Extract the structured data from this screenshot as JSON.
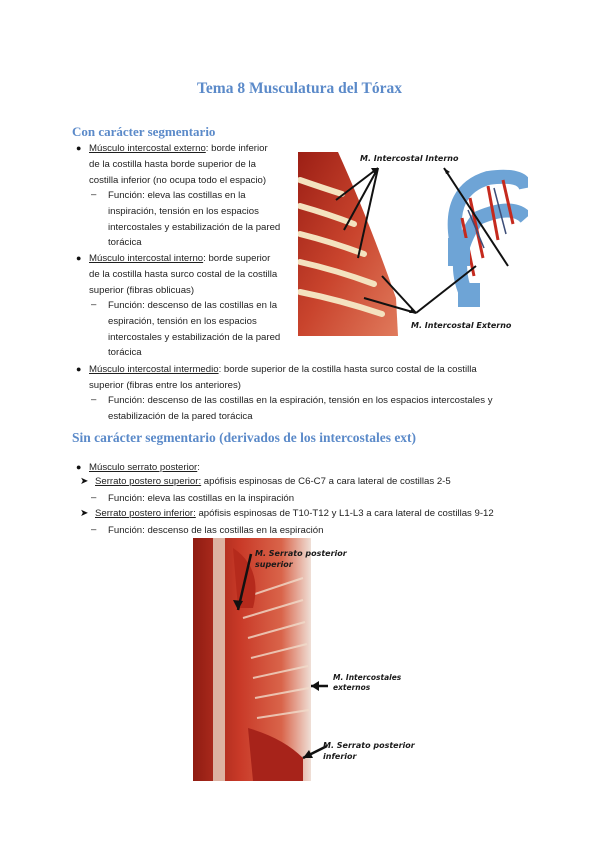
{
  "title": "Tema 8 Musculatura del Tórax",
  "section1": {
    "heading": "Con carácter segmentario",
    "items": [
      {
        "name": "Músculo intercostal externo",
        "lines": [
          ": borde inferior",
          "de la costilla hasta borde superior de la",
          "costilla inferior (no ocupa todo el espacio)"
        ],
        "func": [
          "Función: eleva las costillas en la",
          "inspiración, tensión en los espacios",
          "intercostales y estabilización de la pared",
          "torácica"
        ]
      },
      {
        "name": "Músculo intercostal interno",
        "lines": [
          ": borde superior",
          "de la costilla hasta surco costal de la costilla",
          "superior (fibras oblicuas)"
        ],
        "func": [
          "Función: descenso de las costillas en la",
          "espiración, tensión en los espacios",
          "intercostales y estabilización de la pared",
          "torácica"
        ]
      },
      {
        "name": "Músculo intercostal intermedio",
        "lines": [
          ": borde superior de la costilla hasta surco costal de la costilla",
          "superior (fibras entre los anteriores)"
        ],
        "func": [
          "Función: descenso de las costillas en la espiración, tensión en los espacios intercostales y",
          "estabilización de la pared torácica"
        ]
      }
    ]
  },
  "figure1": {
    "label_internal": "M. Intercostal Interno",
    "label_external": "M. Intercostal Externo"
  },
  "section2": {
    "heading": "Sin carácter segmentario (derivados de los intercostales ext)",
    "main_item": "Músculo serrato posterior",
    "main_suffix": ":",
    "sub1": {
      "name": "Serrato postero superior:",
      "text": " apófisis espinosas de C6-C7 a cara lateral de costillas 2-5",
      "func": "Función: eleva las costillas en la inspiración"
    },
    "sub2": {
      "name": "Serrato postero inferior:",
      "text": " apófisis espinosas de T10-T12 y L1-L3 a cara lateral de costillas 9-12",
      "func": "Función: descenso de las costillas en la espiración"
    }
  },
  "figure2": {
    "label_superior_1": "M. Serrato posterior",
    "label_superior_2": "superior",
    "label_intercostales_1": "M. Intercostales",
    "label_intercostales_2": "externos",
    "label_inferior_1": "M. Serrato posterior",
    "label_inferior_2": "inferior"
  }
}
